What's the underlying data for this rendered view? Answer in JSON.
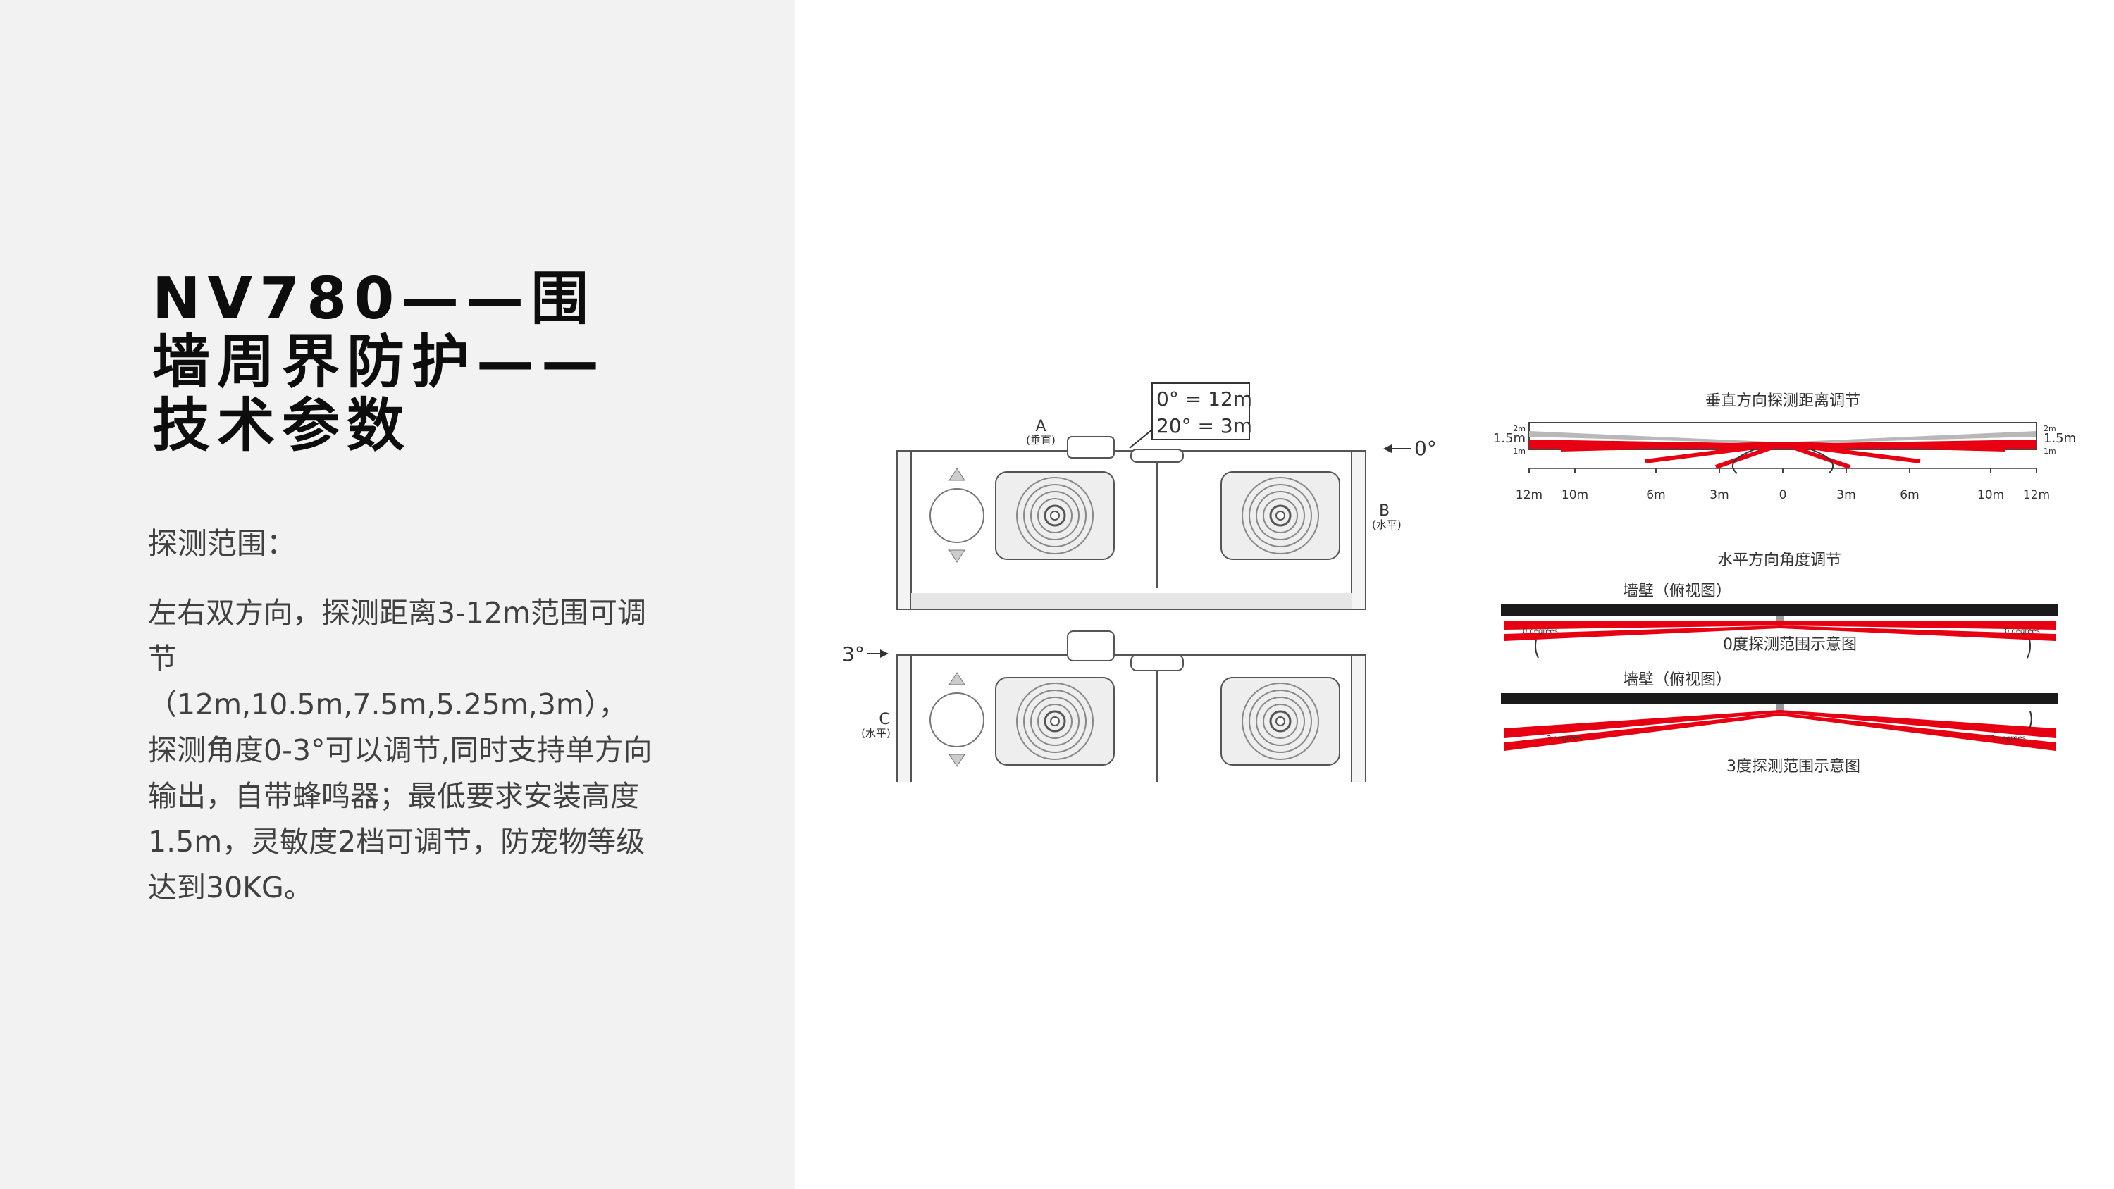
{
  "slide": {
    "title": "NV780——围墙周界防护——技术参数",
    "section_label": "探测范围：",
    "description": "左右双方向，探测距离3-12m范围可调节（12m,10.5m,7.5m,5.25m,3m），探测角度0-3°可以调节,同时支持单方向输出，自带蜂鸣器；最低要求安装高度1.5m，灵敏度2档可调节，防宠物等级达到30KG。"
  },
  "figure": {
    "device_top": {
      "label_a": "A",
      "label_a_sub": "(垂直)",
      "callout_line1": "0° = 12m",
      "callout_line2": "20° = 3m",
      "angle_label": "0°",
      "label_b": "B",
      "label_b_sub": "(水平)"
    },
    "device_bottom": {
      "angle_label": "3°",
      "label_c": "C",
      "label_c_sub": "(水平)"
    },
    "vertical_chart": {
      "title": "垂直方向探测距离调节",
      "left_heights": [
        "2m",
        "1.5m",
        "1m"
      ],
      "right_heights": [
        "2m",
        "1.5m",
        "1m"
      ],
      "distance_ticks": [
        "12m",
        "10m",
        "6m",
        "3m",
        "0",
        "3m",
        "6m",
        "10m",
        "12m"
      ]
    },
    "horizontal_chart": {
      "title": "水平方向角度调节",
      "wall_label_1": "墙壁（俯视图）",
      "beam_label_0_left": "0 degrees",
      "beam_label_0_right": "0 degrees",
      "caption_1": "0度探测范围示意图",
      "wall_label_2": "墙壁（俯视图）",
      "beam_label_3_left": "3 degrees",
      "beam_label_3_right": "3 degrees",
      "caption_2": "3度探测范围示意图"
    }
  }
}
